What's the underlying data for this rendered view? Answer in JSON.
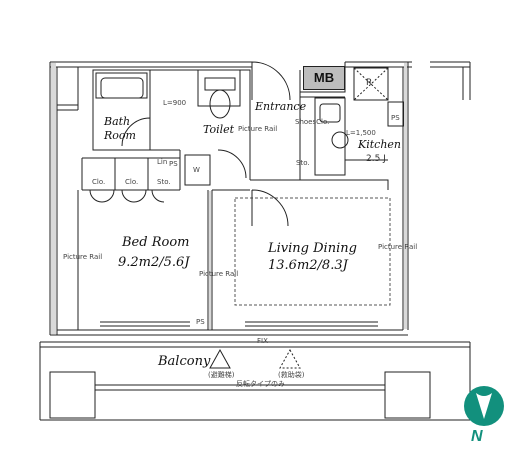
{
  "rooms": {
    "bath_line1": "Bath",
    "bath_line2": "Room",
    "toilet": "Toilet",
    "entrance": "Entrance",
    "kitchen": "Kitchen",
    "kitchen_size": "2.5 J",
    "bedroom": "Bed Room",
    "bedroom_size": "9.2m2/5.6J",
    "living": "Living Dining",
    "living_size": "13.6m2/8.3J",
    "balcony": "Balcony"
  },
  "fixtures": {
    "mb": "MB",
    "closet": "Clo.",
    "storage": "Sto.",
    "shoes_closet": "ShoesClo.",
    "linen": "Lin",
    "ps": "PS",
    "washer": "W",
    "fix": "FIX",
    "l900": "L=900",
    "l1500": "L=1,500",
    "refrigerator": "R",
    "picture_rail": "Picture Rail",
    "evac_left": "(避難梯)",
    "evac_right": "(救助袋)",
    "evac_note": "反転タイプのみ",
    "north": "N"
  },
  "colors": {
    "wall": "#222222",
    "wall_fill": "#d9d9d9",
    "mb_fill": "#bdbdbd",
    "compass": "#12907d"
  }
}
